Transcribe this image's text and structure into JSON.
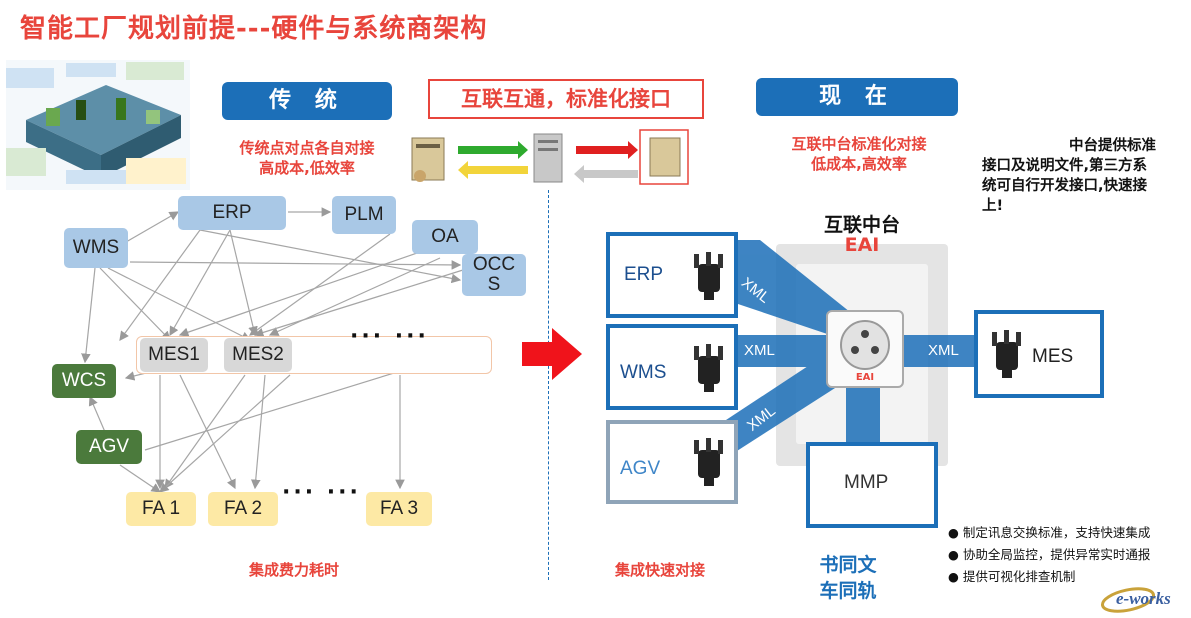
{
  "title": "智能工厂规划前提---硬件与系统商架构",
  "left": {
    "header": "传 统",
    "subtitle_line1": "传统点对点各自对接",
    "subtitle_line2": "高成本,低效率",
    "footer": "集成费力耗时",
    "nodes": {
      "erp": "ERP",
      "plm": "PLM",
      "oa": "OA",
      "occs_line1": "OCC",
      "occs_line2": "S",
      "wms": "WMS",
      "mes1": "MES1",
      "mes2": "MES2",
      "wcs": "WCS",
      "agv": "AGV",
      "fa1": "FA 1",
      "fa2": "FA 2",
      "fa3": "FA 3",
      "dots": "··· ···",
      "fa_dots": "··· ···"
    }
  },
  "center": {
    "banner": "互联互通，标准化接口",
    "footer": "集成快速对接"
  },
  "right": {
    "header": "现 在",
    "subtitle_line1": "互联中台标准化对接",
    "subtitle_line2": "低成本,高效率",
    "hub_title": "互联中台",
    "hub_eai": "EAI",
    "socket_label": "EAI",
    "systems": {
      "erp": "ERP",
      "wms": "WMS",
      "agv": "AGV",
      "mes": "MES",
      "mmp": "MMP"
    },
    "xml": "XML",
    "note_lines": [
      "中台提供标准",
      "接口及说明文件,第三方系",
      "统可自行开发接口,快速接",
      "上!"
    ],
    "motto_line1": "书同文",
    "motto_line2": "车同轨",
    "bullets": [
      "制定讯息交换标准，支持快速集成",
      "协助全局监控，提供异常实时通报",
      "提供可视化排查机制"
    ]
  },
  "watermark": "e-works",
  "colors": {
    "accent_red": "#e8453c",
    "brand_blue": "#1c6fb8",
    "node_blue": "#a9c8e6",
    "node_green": "#4b7a3c",
    "node_yellow": "#fde9a5"
  }
}
